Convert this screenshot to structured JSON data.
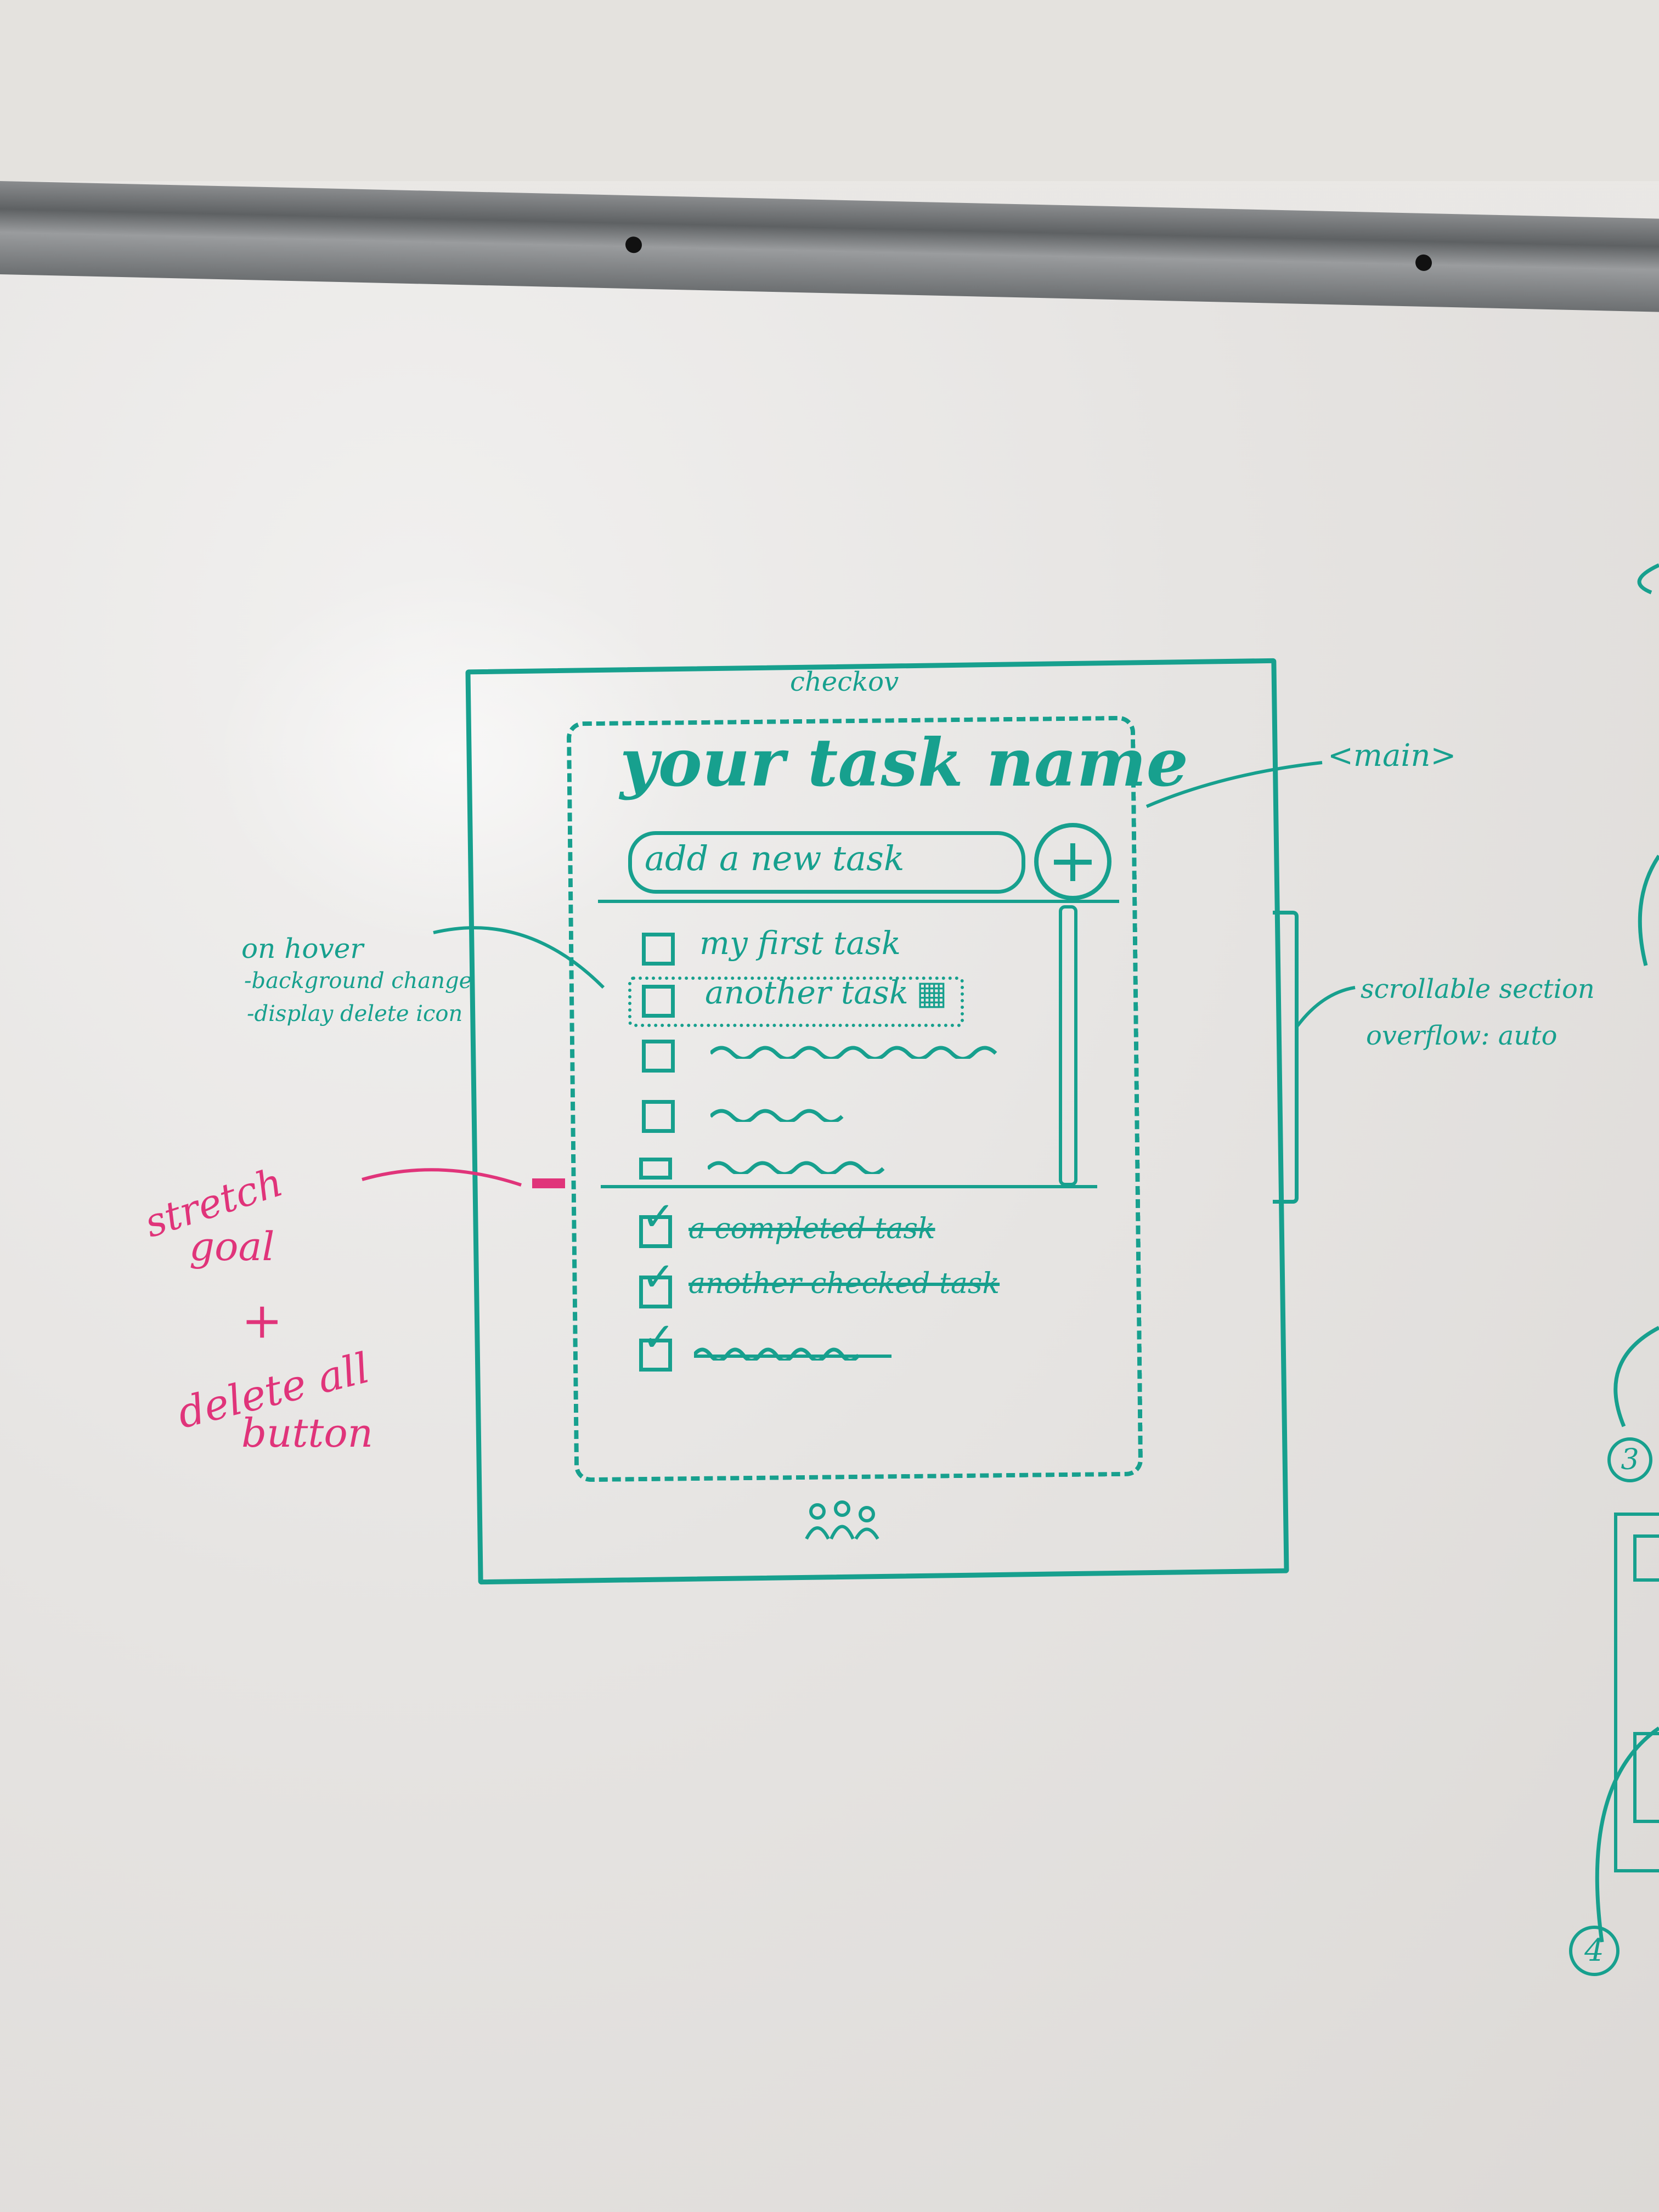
{
  "sketch": {
    "app_name": "checkov",
    "title": "your task name",
    "input_placeholder": "add a new task",
    "add_icon": "plus-circle-icon",
    "tasks_open": [
      "my first task",
      "another task"
    ],
    "tasks_done": [
      "a completed task",
      "another checked task"
    ],
    "delete_icon": "trash-icon",
    "footer_icon": "people-icon"
  },
  "notes": {
    "main_tag": "<main>",
    "hover_title": "on hover",
    "hover_line1": "-background change",
    "hover_line2": "-display delete icon",
    "scroll_line1": "scrollable section",
    "scroll_line2": "overflow: auto",
    "stretch_line1": "stretch",
    "stretch_line2": "goal",
    "stretch_plus": "+",
    "stretch_line3": "delete all",
    "stretch_line4": "button",
    "num3": "3",
    "num4": "4"
  },
  "colors": {
    "marker_teal": "#17a08e",
    "marker_pink": "#e0347a"
  }
}
